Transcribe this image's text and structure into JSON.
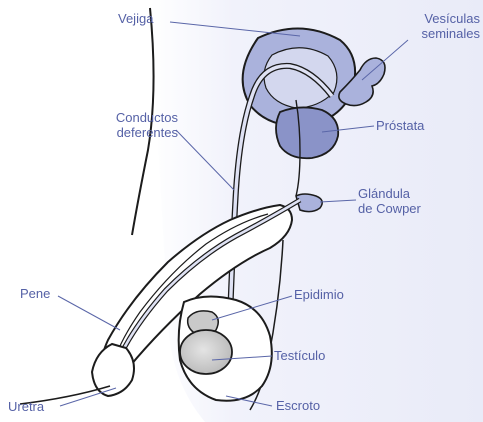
{
  "labels": {
    "vejiga": "Vejiga",
    "vesiculas_line1": "Vesículas",
    "vesiculas_line2": "seminales",
    "conductos_line1": "Conductos",
    "conductos_line2": "deferentes",
    "prostata": "Próstata",
    "glandula_line1": "Glándula",
    "glandula_line2": "de Cowper",
    "pene": "Pene",
    "epidimio": "Epidimio",
    "testiculo": "Testículo",
    "uretra": "Uretra",
    "escroto": "Escroto"
  },
  "colors": {
    "label_text": "#5561a6",
    "leader_line": "#5a66a8",
    "background_panel": "#eef0fa",
    "organ_fill": "#aab2dc",
    "organ_dark": "#8a93c8",
    "testis_fill": "#c9c9c9",
    "outline": "#1c1c1c"
  }
}
